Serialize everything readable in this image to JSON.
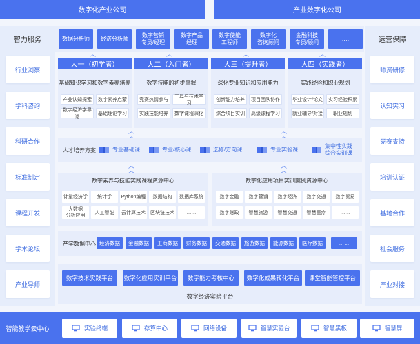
{
  "top": {
    "left": "数字化产业公司",
    "right": "产业数字化公司"
  },
  "roles": [
    "数据分析师",
    "经济分析师",
    "数字营销\n专员/经理",
    "数字产品\n经理",
    "数字使能\n工程师",
    "数字化\n咨询顾问",
    "金融科技\n专员/顾问",
    "……"
  ],
  "left_side": {
    "title": "智力服务",
    "items": [
      "行业洞察",
      "学科咨询",
      "科研合作",
      "标准制定",
      "课程开发",
      "学术论坛",
      "产业导师"
    ]
  },
  "right_side": {
    "title": "运营保障",
    "items": [
      "师资研修",
      "认知实习",
      "竞赛支持",
      "培训认证",
      "基地合作",
      "社会服务",
      "产业对接"
    ]
  },
  "years": [
    {
      "title": "大一（初学者）",
      "desc": "基础知识学习和数字素养培养",
      "tags": [
        "产业认知探索",
        "数字素养启蒙",
        "数字经济学导论",
        "基础理论学习"
      ]
    },
    {
      "title": "大二（入门者）",
      "desc": "数字技能的初步掌握",
      "tags": [
        "竞赛热情参与",
        "工具与技术学习",
        "实践技能培养",
        "数字课程深化"
      ]
    },
    {
      "title": "大三（提升者）",
      "desc": "深化专业知识和应用能力",
      "tags": [
        "创新能力培养",
        "项目团队协作",
        "综合项目实训",
        "高级课程学习"
      ]
    },
    {
      "title": "大四（实践者）",
      "desc": "实践经验和职业规划",
      "tags": [
        "毕业设计/论文",
        "实习经验积累",
        "就业辅导/对接",
        "职业规划"
      ]
    }
  ],
  "plan": {
    "label": "人才培养方案",
    "items": [
      "专业基础课",
      "专业/核心课",
      "选修/方向课",
      "专业实验课",
      "集中性实践\n综合实训课"
    ]
  },
  "resource_left": {
    "title": "数字素养与技能实践课程资源中心",
    "tags": [
      "计量经济学",
      "统计学",
      "Python编程",
      "数据结构",
      "数据库系统",
      "大数据\n分析应用",
      "人工智能",
      "云计算技术",
      "区块链技术",
      "……"
    ]
  },
  "resource_right": {
    "title": "数字化应用项目实训案例资源中心",
    "tags": [
      "数字金融",
      "数字营销",
      "数字经济",
      "数字交通",
      "数字贸易",
      "数字财政",
      "智慧旅游",
      "智慧交通",
      "智慧医疗",
      "……"
    ]
  },
  "data_center": {
    "label": "产学数据中心",
    "tags": [
      "经济数据",
      "金融数据",
      "工商数据",
      "财务数据",
      "交通数据",
      "旅游数据",
      "能源数据",
      "医疗数据",
      "……"
    ]
  },
  "platform": {
    "title": "数字经济实验平台",
    "items": [
      "数字技术实践平台",
      "数字化应用实训平台",
      "数字能力考核中心",
      "数字化成果转化平台",
      "课堂智能管控平台"
    ]
  },
  "cloud": {
    "title": "智能教学云中心",
    "items": [
      "实验终端",
      "存算中心",
      "网络设备",
      "智慧实验台",
      "智慧黑板",
      "智慧屏"
    ]
  },
  "colors": {
    "primary": "#4a72ee",
    "panel": "#e7edfb",
    "background": "#f2f5fc"
  }
}
